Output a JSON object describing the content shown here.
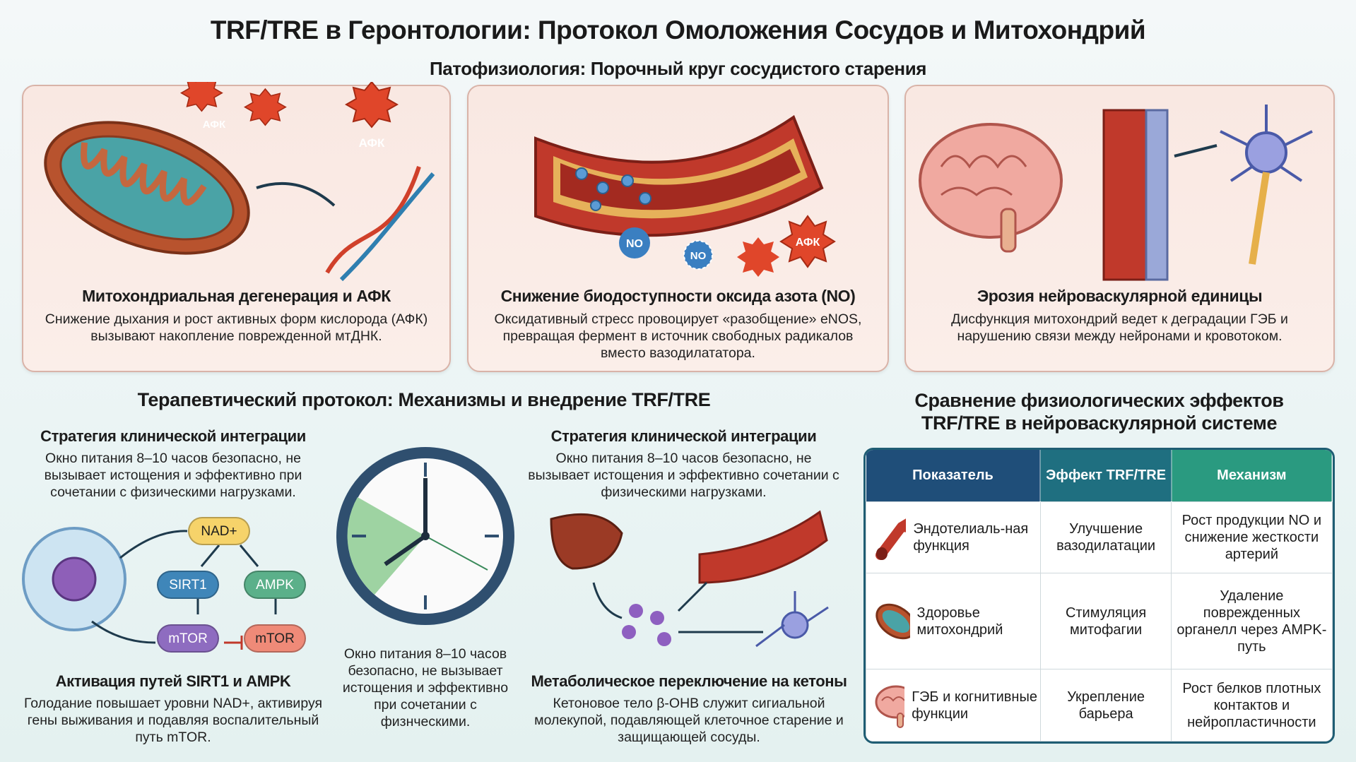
{
  "title": "TRF/TRE в Геронтологии: Протокол Омоложения Сосудов и Митохондрий",
  "pathophysiology": {
    "heading": "Патофизиология: Порочный круг сосудистого старения",
    "cards": [
      {
        "title": "Митохондриальная дегенерация и АФК",
        "text": "Снижение дыхания и рост активных форм кислорода (АФК) вызывают накопление поврежденной мтДНК.",
        "labels": [
          "АФК",
          "АФК"
        ]
      },
      {
        "title": "Снижение биодоступности оксида азота (NO)",
        "text": "Оксидативный стресс провоцирует «разобщение» eNOS, превращая фермент в источник свободных радикалов вместо вазодилататора.",
        "labels": [
          "NO",
          "NO",
          "АФК"
        ]
      },
      {
        "title": "Эрозия нейроваскулярной единицы",
        "text": "Дисфункция митохондрий ведет к деградации ГЭБ и нарушению связи между нейронами и кровотоком."
      }
    ]
  },
  "protocol": {
    "heading": "Терапевтический протокол: Механизмы и внедрение TRF/TRE",
    "strategy_left": {
      "title": "Стратегия клинической интеграции",
      "text": "Окно питания 8–10 часов безопасно, не вызывает истощения и эффективно при сочетании с физическими нагрузками."
    },
    "strategy_right": {
      "title": "Стратегия клинической интеграции",
      "text": "Окно питания 8–10 часов безопасно, не вызывает истощения и эффективно сочетании с физическими нагрузками."
    },
    "clock_text": "Окно питания 8–10 часов безопасно, не вызывает истощения и эффективно при сочетании с физнческими.",
    "pathway": {
      "nodes": {
        "nad": "NAD+",
        "sirt1": "SIRT1",
        "ampk": "AMPK",
        "mtor1": "mTOR",
        "mtor2": "mTOR"
      }
    },
    "sirt": {
      "title": "Активация путей SIRT1 и AMPK",
      "text": "Голодание повышает уровни NAD+, активируя гены выживания и подавляя воспалительный путь mTOR."
    },
    "ketone": {
      "title": "Метаболическое переключение на кетоны",
      "text": "Кетоновое тело β-OHB служит сигиальной молекупой, подавляющей клеточное старение и защищающей сосуды."
    }
  },
  "comparison": {
    "heading_line1": "Сравнение физиологических эффектов",
    "heading_line2": "TRF/TRE в нейроваскулярной системе",
    "columns": [
      "Показатель",
      "Эффект TRF/TRE",
      "Механизм"
    ],
    "rows": [
      {
        "icon": "artery-icon",
        "indicator": "Эндотелиаль-ная функция",
        "effect": "Улучшение вазодилатации",
        "mechanism": "Рост продукции NO и снижение жесткости артерий"
      },
      {
        "icon": "mitochondrion-icon",
        "indicator": "Здоровье митохондрий",
        "effect": "Стимуляция митофагии",
        "mechanism": "Удаление поврежденных органелл через AMPK-путь"
      },
      {
        "icon": "brain-icon",
        "indicator": "ГЭБ и когнитивные функции",
        "effect": "Укрепление барьера",
        "mechanism": "Рост белков плотных контактов и нейропластичности"
      }
    ],
    "colors": {
      "header_left": "#1f4e79",
      "header_mid": "#1f6f80",
      "header_right": "#2a9a80"
    }
  },
  "colors": {
    "card_bg": "#f9e8e2",
    "card_border": "#d9b3a8",
    "ros": "#e0462a",
    "clock_window": "#9ed3a2"
  }
}
